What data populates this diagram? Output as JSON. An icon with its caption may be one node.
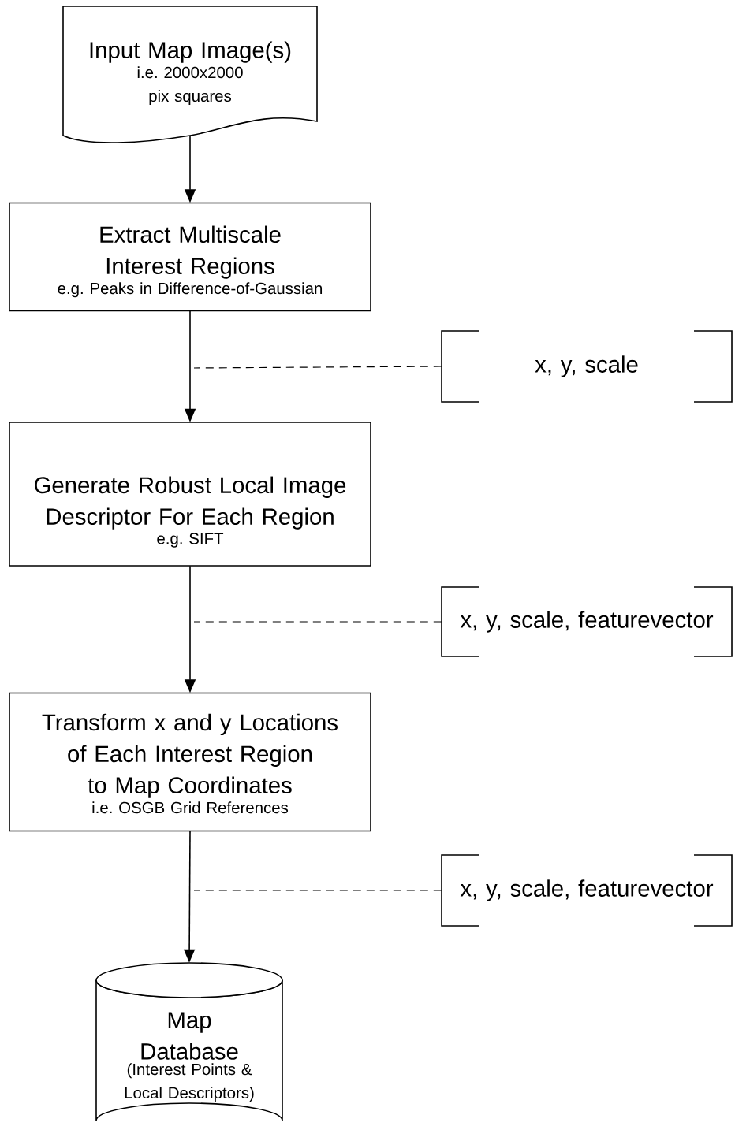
{
  "diagram": {
    "nodes": [
      {
        "text": [
          "Input Map Image(s)",
          "i.e. 2000x2000 pix squares"
        ]
      },
      {
        "text": [
          "Extract Multiscale Interest Regions",
          "e.g. Peaks in Difference-of-Gaussian"
        ]
      },
      {
        "text": [
          "Generate Robust Local Image Descriptor For Each Region",
          "e.g. SIFT"
        ]
      },
      {
        "text": [
          "Transform x and y Locations of Each Interest Region to Map Coordinates",
          "i.e. OSGB Grid References"
        ]
      },
      {
        "text": [
          "Map Database",
          "(Interest Points & Local Descriptors)"
        ]
      },
      {
        "text": [
          "x, y, scale"
        ]
      },
      {
        "text": [
          "x, y, scale, featurevector"
        ]
      },
      {
        "text": [
          "x, y, scale, featurevector"
        ]
      }
    ],
    "edges": [
      {
        "from": 0,
        "to": 1,
        "arrow": "to"
      },
      {
        "from": 1,
        "to": 2,
        "arrow": "to"
      },
      {
        "from": 2,
        "to": 3,
        "arrow": "to"
      },
      {
        "from": 3,
        "to": 4,
        "arrow": "to"
      },
      {
        "from": 5,
        "to": null,
        "arrow": "none",
        "style": "dashed"
      },
      {
        "from": 6,
        "to": null,
        "arrow": "none",
        "style": "dashed"
      },
      {
        "from": 7,
        "to": null,
        "arrow": "none",
        "style": "dashed"
      }
    ]
  }
}
